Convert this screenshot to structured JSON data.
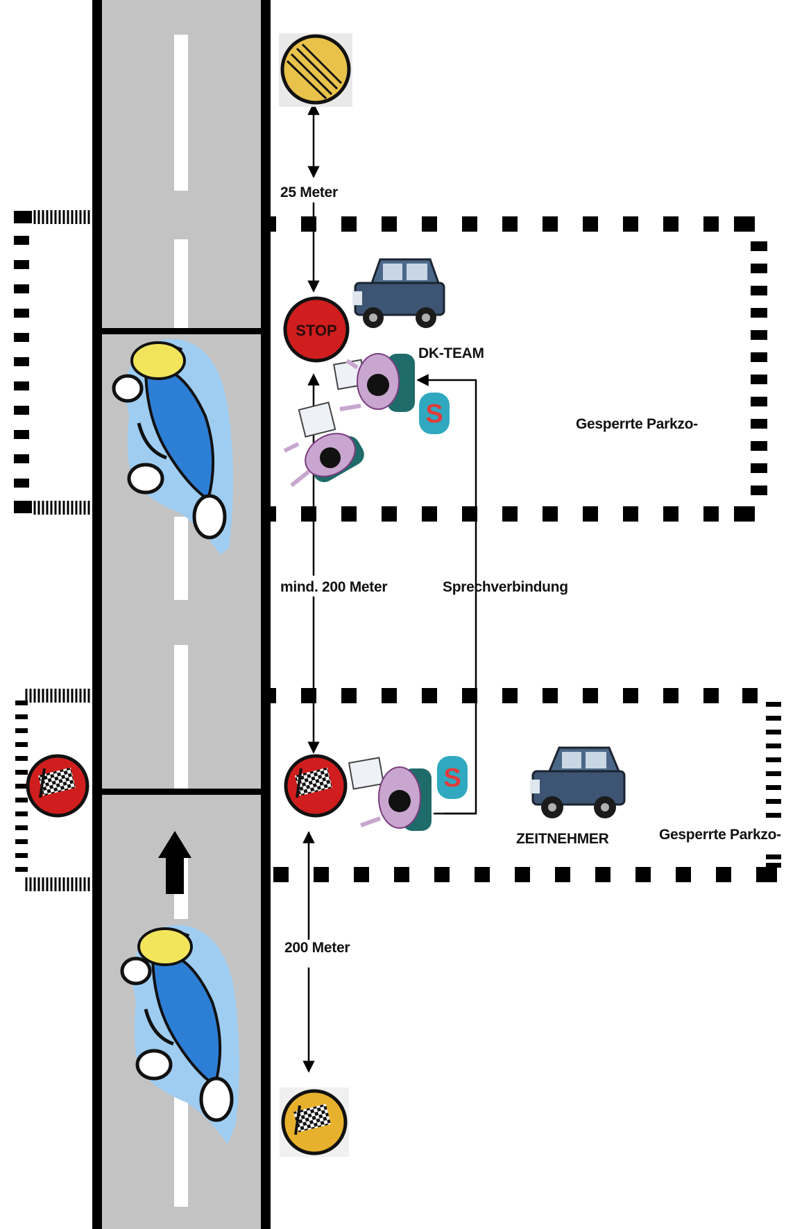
{
  "labels": {
    "dist_top": "25 Meter",
    "dist_mid": "mind. 200 Meter",
    "dist_bottom": "200 Meter",
    "intercom": "Sprechverbindung",
    "team_top": "DK-TEAM",
    "team_bottom": "ZEITNEHMER",
    "zone_top": "Gesperrte Parkzo-",
    "zone_bottom": "Gesperrte Parkzo-",
    "stop_sign": "STOP"
  },
  "colors": {
    "road": "#c3c3c3",
    "road_edge": "#000000",
    "sign_yellow": "#e8c24a",
    "sign_red": "#d01e1e",
    "car_blue": "#2d7fd6",
    "car_light": "#9fcdf2",
    "jeep": "#3d5573",
    "official_robe": "#c8a6cf",
    "official_desk": "#1e6b6a"
  },
  "icons": {
    "end_of_restrictions": "end-of-restrictions-sign-icon",
    "stop": "stop-sign-icon",
    "finish_flag": "checkered-flag-sign-icon",
    "start_flag": "checkered-flag-sign-icon",
    "rally_car": "rally-car-icon",
    "jeep": "jeep-icon",
    "official": "official-at-desk-icon",
    "walkie_talkie": "radio-icon",
    "direction": "up-arrow-icon"
  }
}
